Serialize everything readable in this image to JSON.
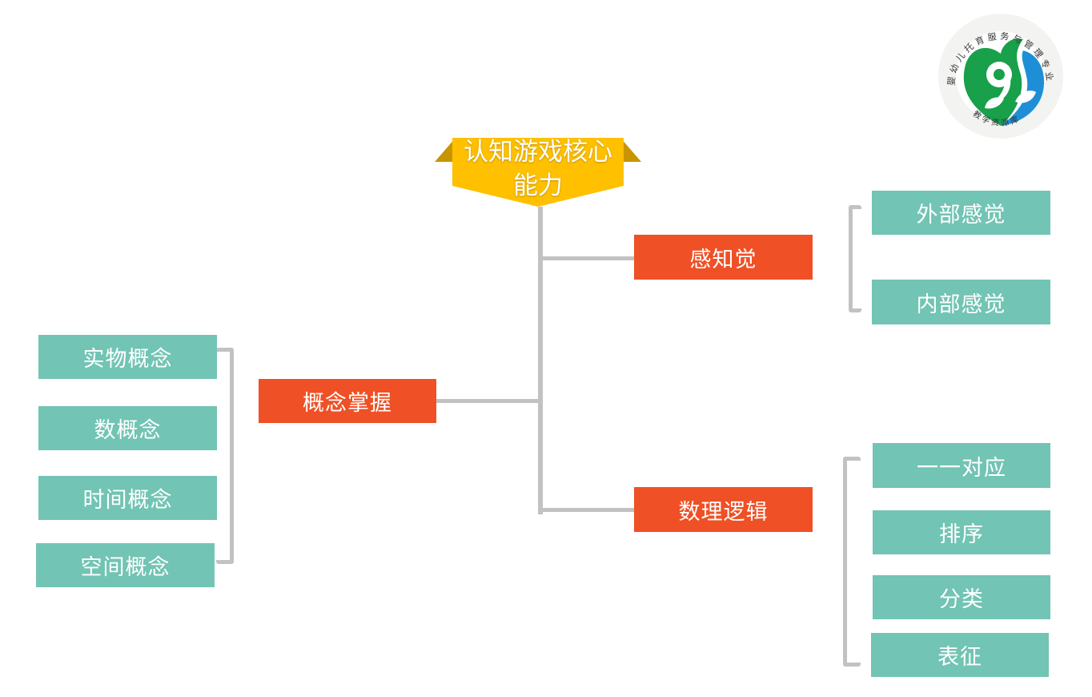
{
  "title": "认知游戏核心能力",
  "logo": {
    "ring_text": "婴幼儿托育服务与管理专业",
    "bottom_text": "教学资源库"
  },
  "branches": [
    {
      "label": "感知觉",
      "children": [
        "外部感觉",
        "内部感觉"
      ]
    },
    {
      "label": "概念掌握",
      "children": [
        "实物概念",
        "数概念",
        "时间概念",
        "空间概念"
      ]
    },
    {
      "label": "数理逻辑",
      "children": [
        "一一对应",
        "排序",
        "分类",
        "表征"
      ]
    }
  ],
  "colors": {
    "root_fill": "#ffc000",
    "root_side": "#c89400",
    "branch_fill": "#ef5026",
    "leaf_fill": "#72c4b4",
    "connector": "#c2c2c2"
  }
}
